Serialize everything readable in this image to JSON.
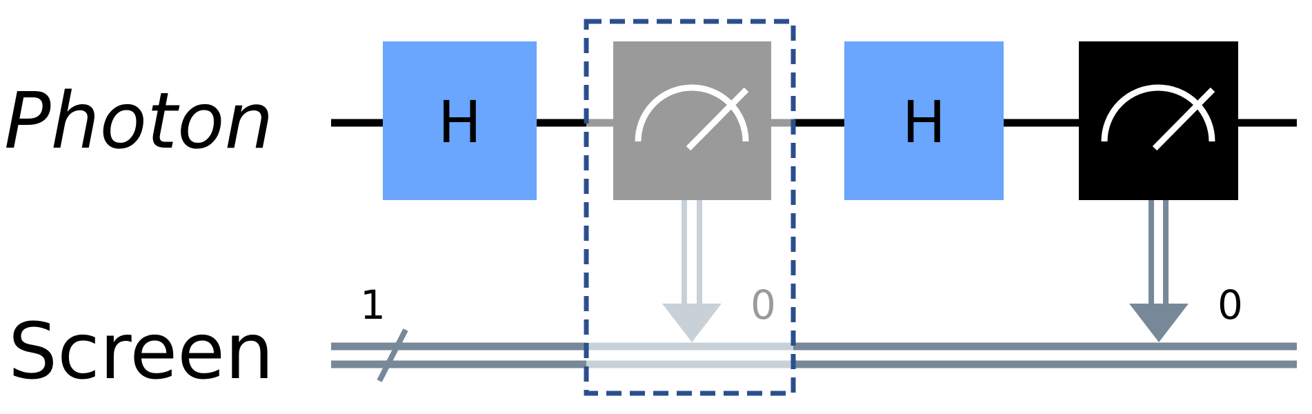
{
  "wires": {
    "quantum_label": "Photon",
    "classical_label": "Screen",
    "classical_width": "1"
  },
  "gates": [
    {
      "type": "hadamard",
      "label": "H"
    },
    {
      "type": "measure",
      "target_bit": "0",
      "faded": true
    },
    {
      "type": "hadamard",
      "label": "H"
    },
    {
      "type": "measure",
      "target_bit": "0",
      "faded": false
    }
  ],
  "colors": {
    "hadamard_fill": "#6aa5fe",
    "faded_measure_fill": "#9a9a9a",
    "measure_fill": "#000000",
    "quantum_wire": "#000000",
    "classical_wire": "#778899",
    "faded_classical": "#c8d0d8",
    "faded_label": "#9a9a9a",
    "highlight_border": "#2b4f8e"
  }
}
